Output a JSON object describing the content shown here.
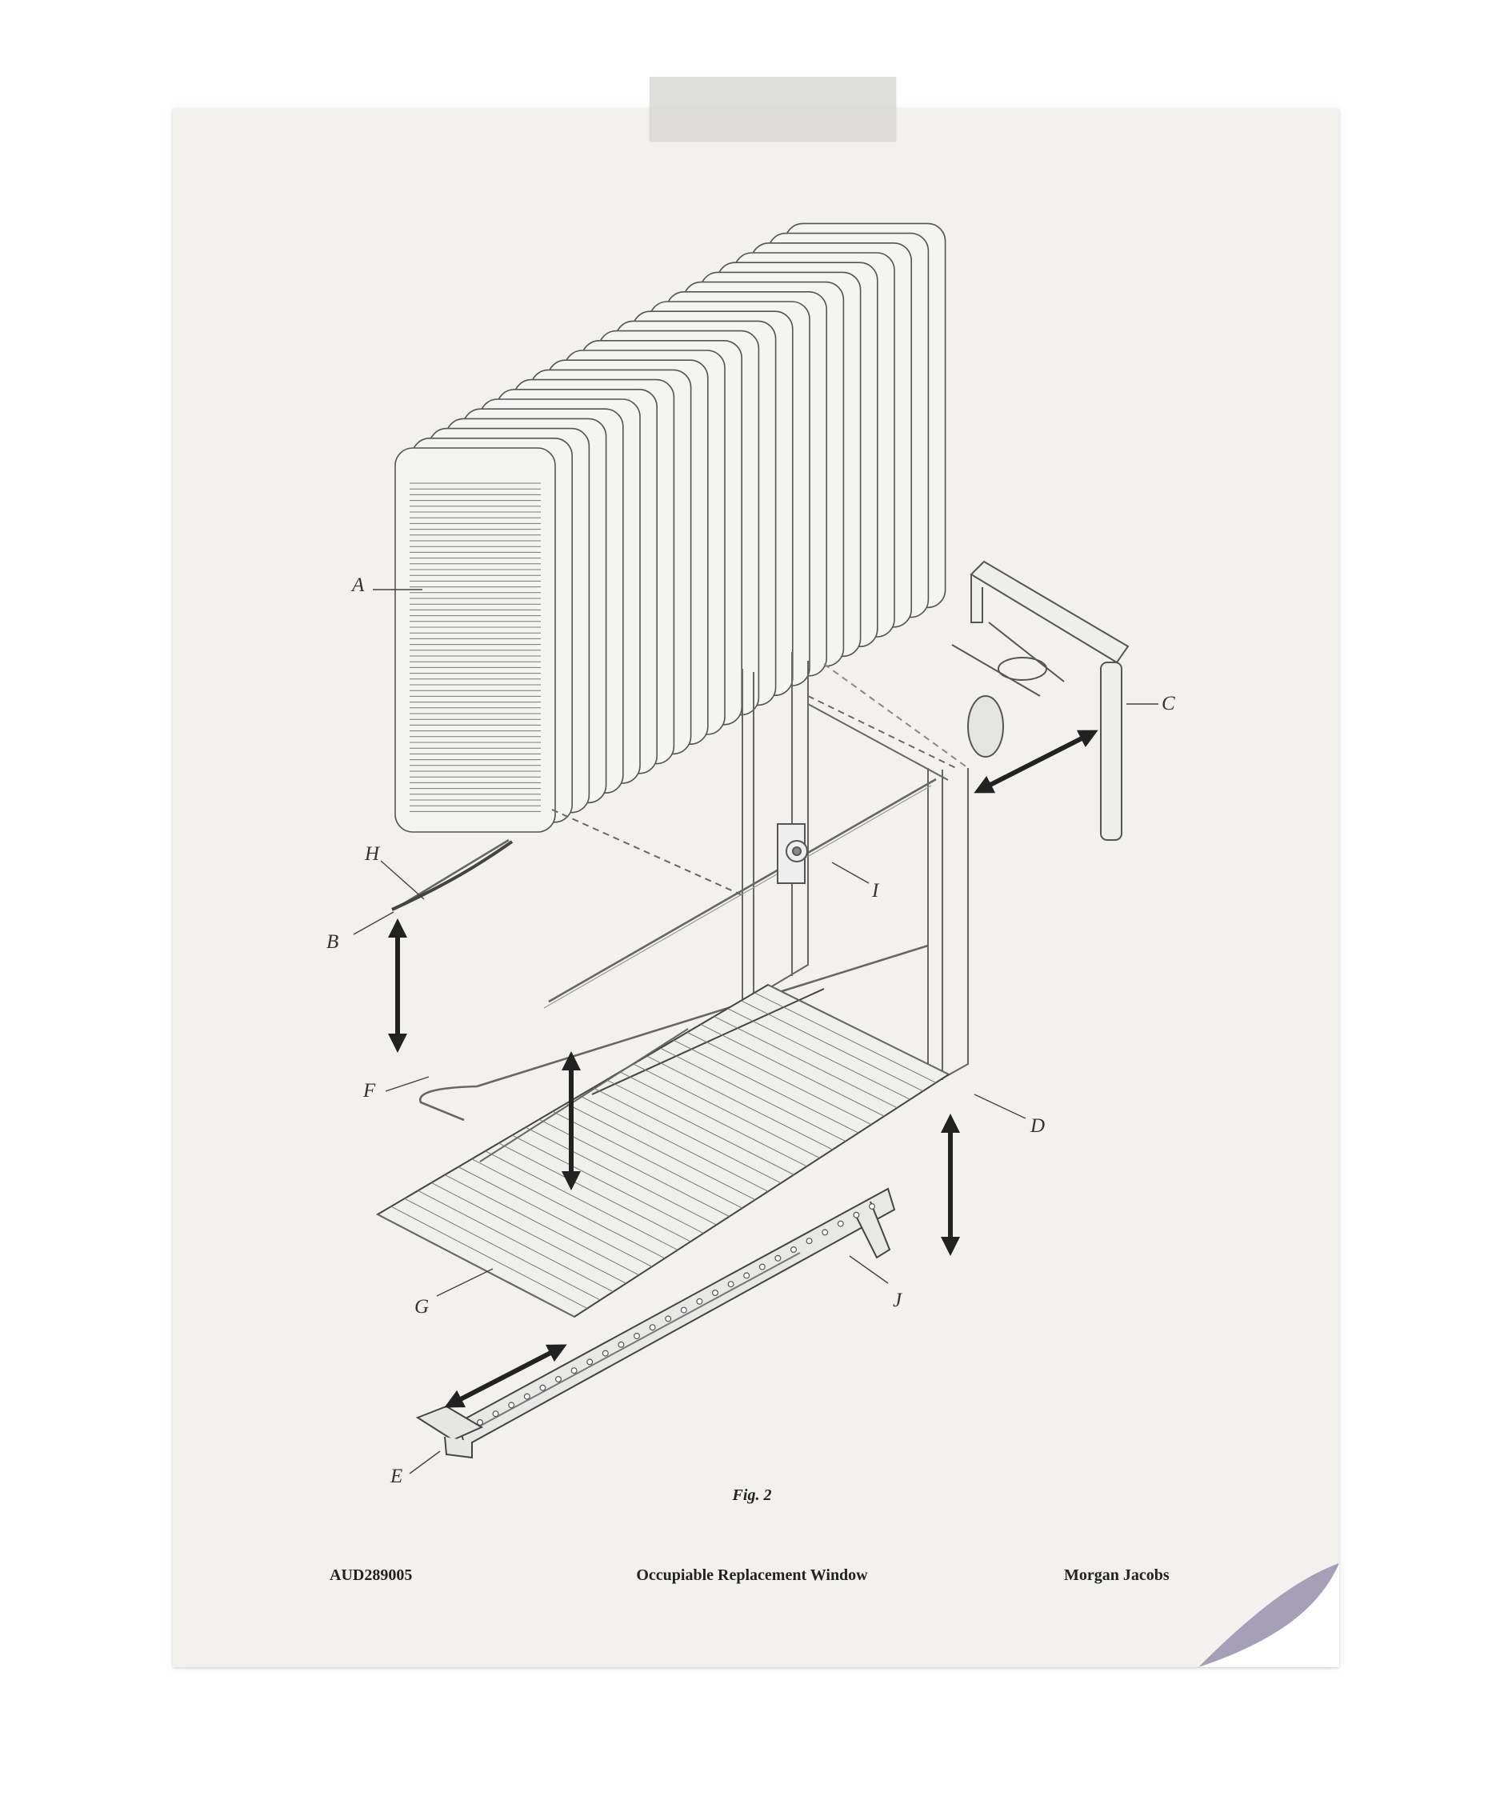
{
  "figure": {
    "caption": "Fig. 2"
  },
  "callouts": {
    "A": "A",
    "B": "B",
    "C": "C",
    "D": "D",
    "E": "E",
    "F": "F",
    "G": "G",
    "H": "H",
    "I": "I",
    "J": "J"
  },
  "footer": {
    "number": "AUD289005",
    "title": "Occupiable Replacement Window",
    "author": "Morgan Jacobs"
  }
}
